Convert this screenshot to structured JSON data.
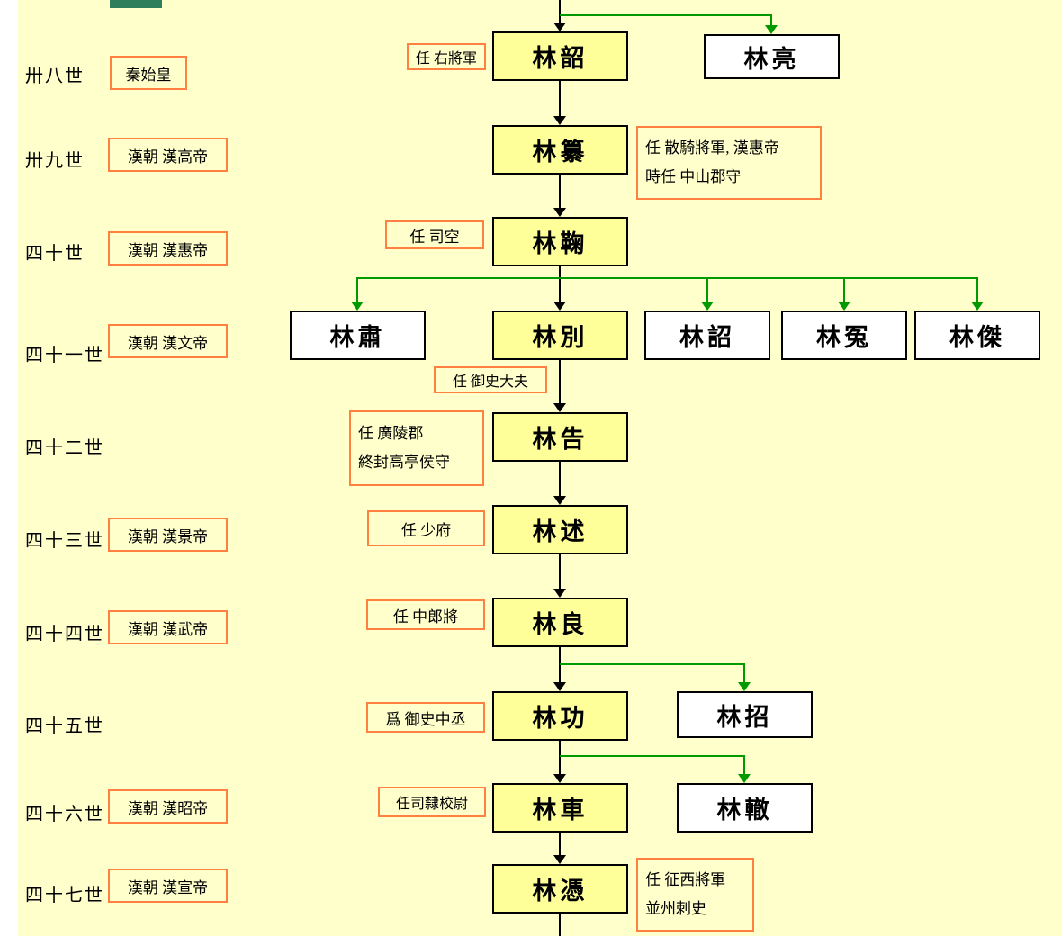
{
  "colors": {
    "background": "#FFFFCC",
    "left_margin": "#FFFFFF",
    "main_box_fill": "#FFFF99",
    "sibling_box_fill": "#FFFFFF",
    "box_border": "#000000",
    "annotation_border": "#FF8040",
    "branch_line": "#009900",
    "main_line": "#000000",
    "top_partial_box": "#2E7D5B"
  },
  "generation_labels": [
    "卅八世",
    "卅九世",
    "四十世",
    "四十一世",
    "四十二世",
    "四十三世",
    "四十四世",
    "四十五世",
    "四十六世",
    "四十七世"
  ],
  "emperor_boxes": [
    "秦始皇",
    "漢朝 漢高帝",
    "漢朝 漢惠帝",
    "漢朝 漢文帝",
    "漢朝 漢景帝",
    "漢朝 漢武帝",
    "漢朝 漢昭帝",
    "漢朝 漢宣帝"
  ],
  "main_line": [
    "林韶",
    "林纂",
    "林鞠",
    "林別",
    "林告",
    "林述",
    "林良",
    "林功",
    "林車",
    "林憑"
  ],
  "siblings": [
    "林亮",
    "林肅",
    "林詔",
    "林冤",
    "林傑",
    "林招",
    "林轍"
  ],
  "annotations": {
    "gen38": "任 右將軍",
    "gen39": [
      "任 散騎將軍, 漢惠帝",
      "時任 中山郡守"
    ],
    "gen40": "任 司空",
    "gen41": "任 御史大夫",
    "gen42": [
      "任 廣陵郡",
      "終封高亭侯守"
    ],
    "gen43": "任 少府",
    "gen44": "任 中郎將",
    "gen45": "爲 御史中丞",
    "gen46": "任司隸校尉",
    "gen47": [
      "任 征西將軍",
      "並州刺史"
    ]
  }
}
